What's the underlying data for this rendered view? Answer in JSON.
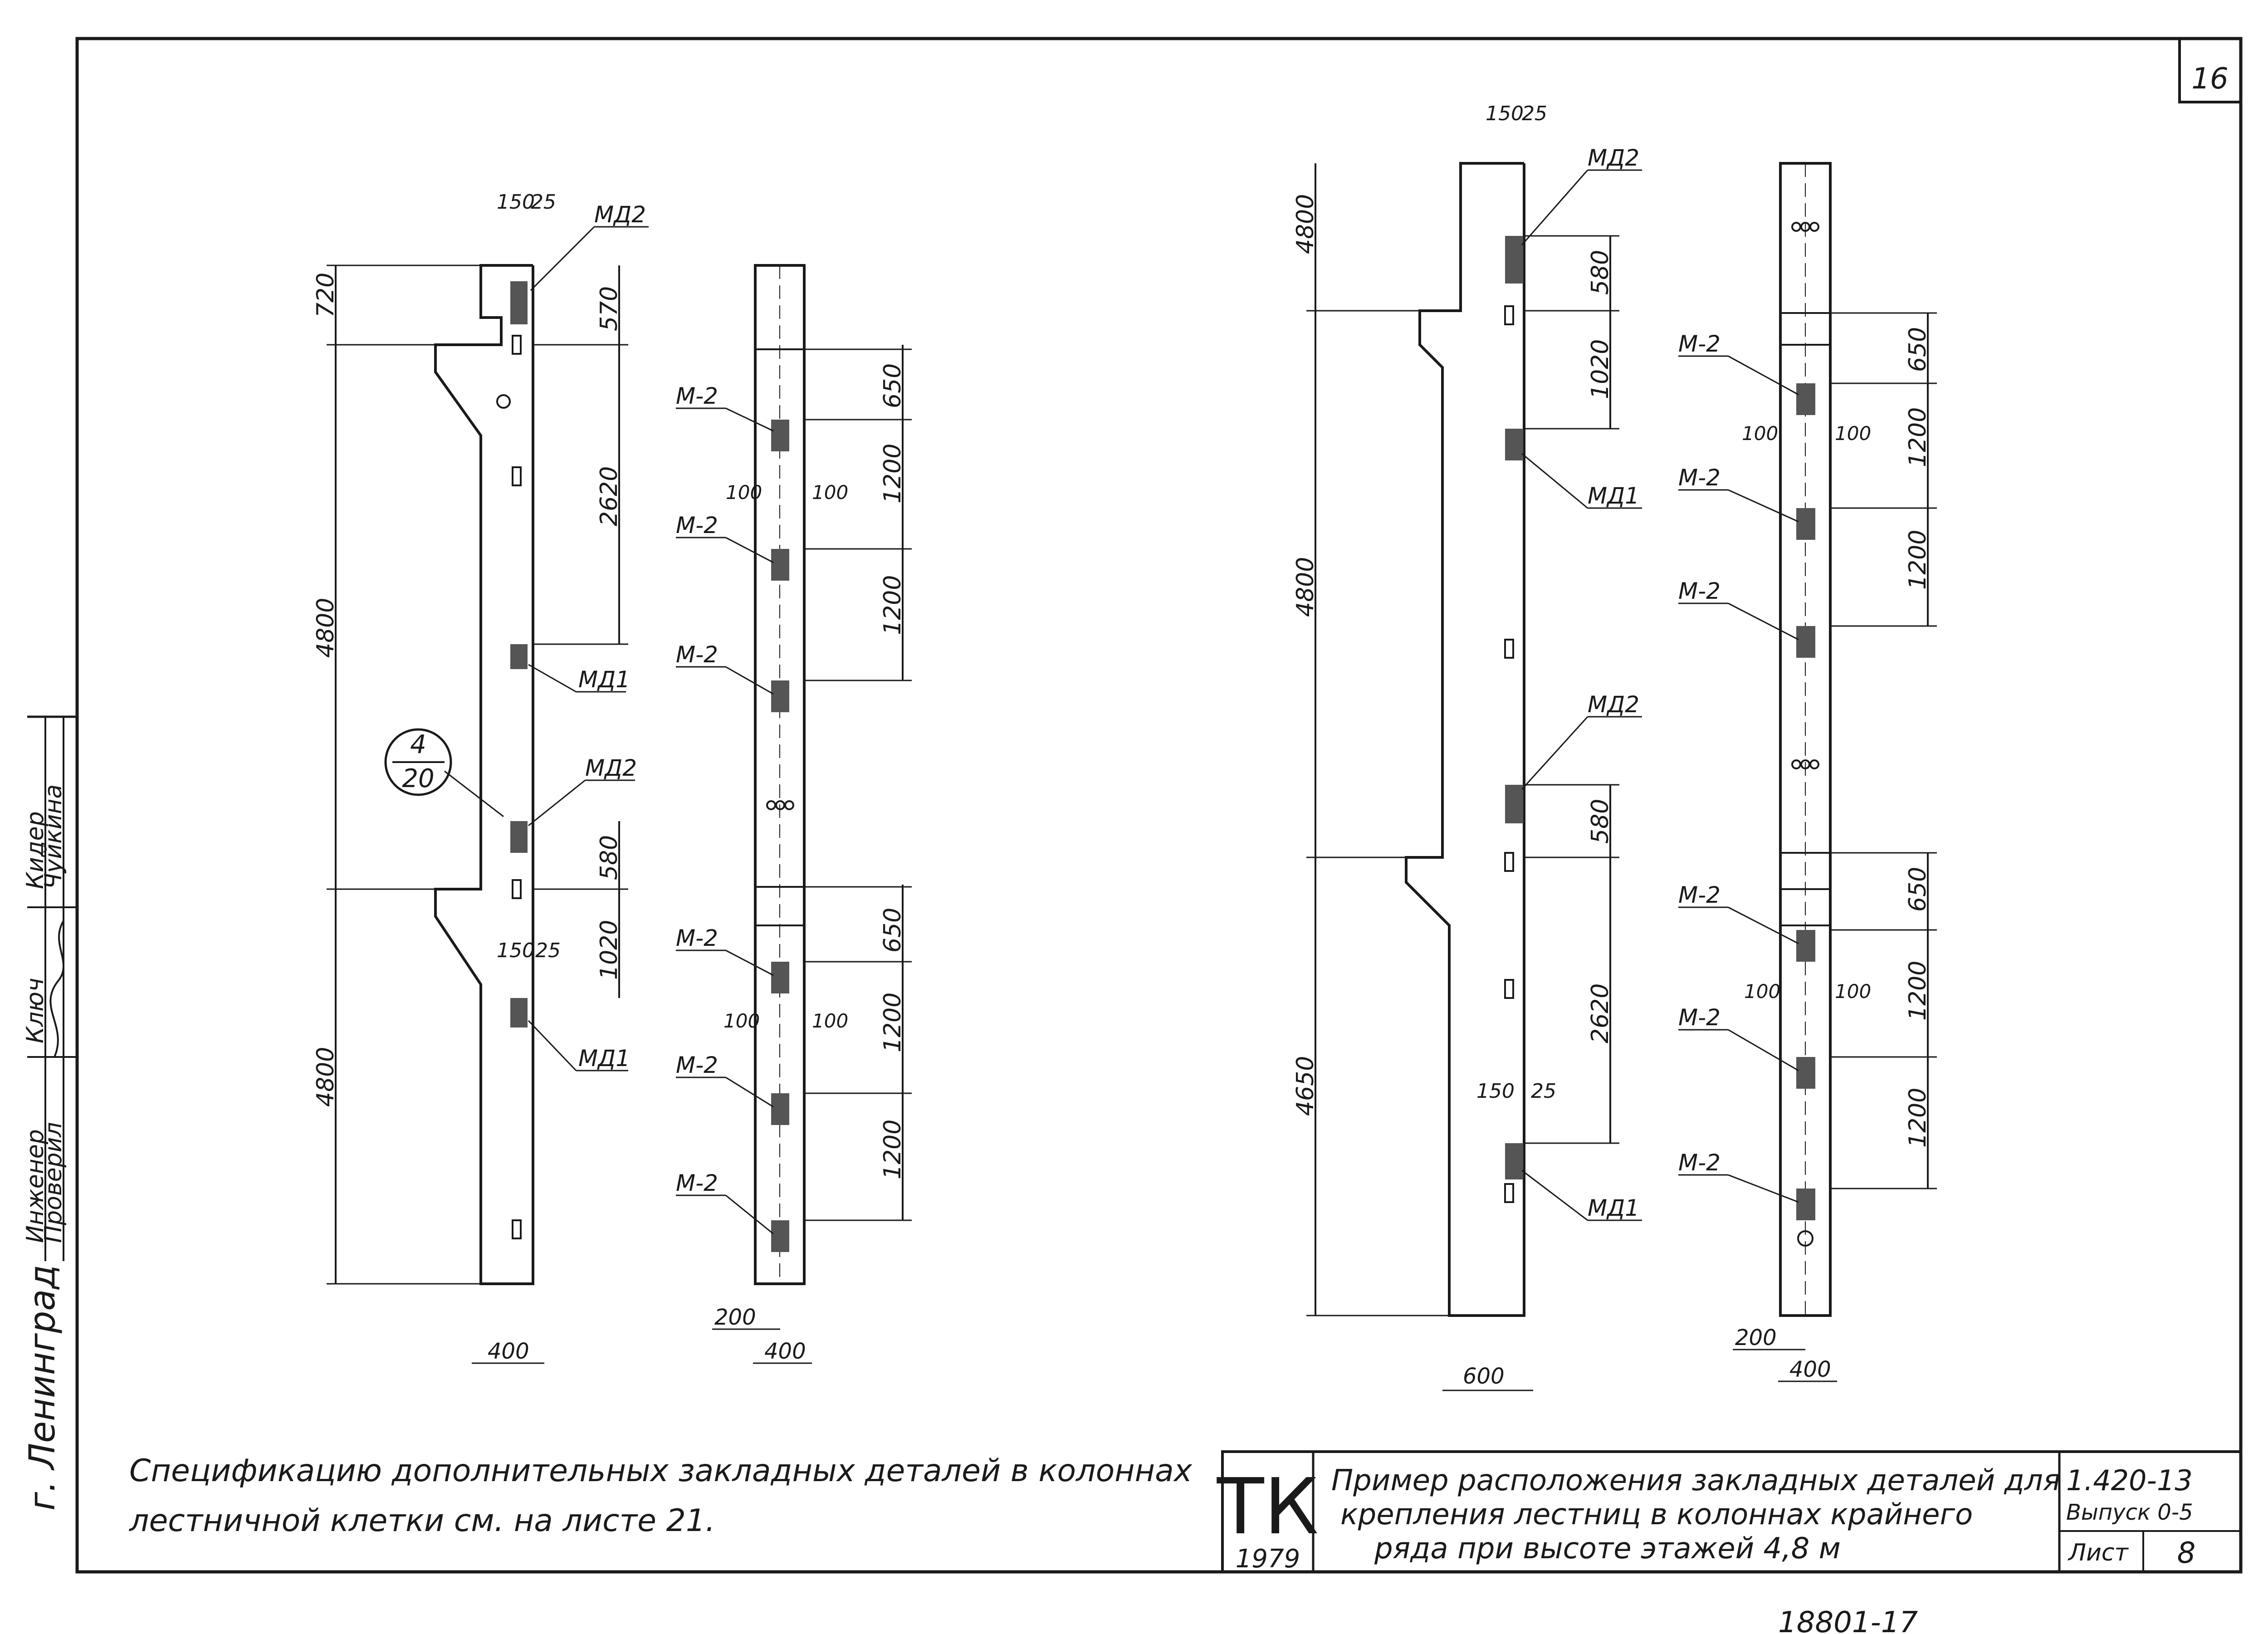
{
  "sheet": {
    "page_number": "16",
    "city": "г. Ленинград",
    "note_line1": "Спецификацию дополнительных закладных деталей в колоннах",
    "note_line2": "лестничной клетки см. на листе 21.",
    "stamp_code": "ТК",
    "stamp_year": "1979",
    "title_line1": "Пример расположения закладных деталей для",
    "title_line2": "крепления лестниц в колоннах крайнего",
    "title_line3": "ряда при высоте этажей 4,8 м",
    "doc_number": "1.420-13",
    "issue": "Выпуск 0-5",
    "sheet_label": "Лист",
    "sheet_value": "8",
    "bottom_ref": "18801-17"
  },
  "signatures": {
    "role1": "Инженер",
    "role2": "Проверил",
    "name1a": "Ключ",
    "name1b": "Кидер",
    "name2": "Чуйкина"
  },
  "left_col": {
    "dim_top": "720",
    "dim_mid": "4800",
    "dim_bot": "4800",
    "d570": "570",
    "d2620": "2620",
    "d580": "580",
    "d1020": "1020",
    "d150a": "150",
    "d25a": "25",
    "d150b": "150",
    "d25b": "25",
    "md2_top": "МД2",
    "md1_upper": "МД1",
    "md2_mid": "МД2",
    "md1_lower": "МД1",
    "callout_num": "4",
    "callout_den": "20",
    "width": "400"
  },
  "left_front": {
    "d650a": "650",
    "d1200a": "1200",
    "d1200b": "1200",
    "d650b": "650",
    "d1200c": "1200",
    "d1200d": "1200",
    "m2": "М-2",
    "d100": "100",
    "d200": "200",
    "width": "400"
  },
  "right_col": {
    "dim_top": "4800",
    "dim_mid": "4800",
    "dim_bot": "4650",
    "d580a": "580",
    "d1020": "1020",
    "d580b": "580",
    "d2620": "2620",
    "d150a": "150",
    "d25a": "25",
    "d150b": "150",
    "d25b": "25",
    "md2_top": "МД2",
    "md1_upper": "МД1",
    "md2_mid": "МД2",
    "md1_lower": "МД1",
    "width": "600"
  },
  "right_front": {
    "d650a": "650",
    "d1200a": "1200",
    "d1200b": "1200",
    "d650b": "650",
    "d1200c": "1200",
    "d1200d": "1200",
    "m2": "М-2",
    "d100": "100",
    "d200": "200",
    "width": "400"
  }
}
